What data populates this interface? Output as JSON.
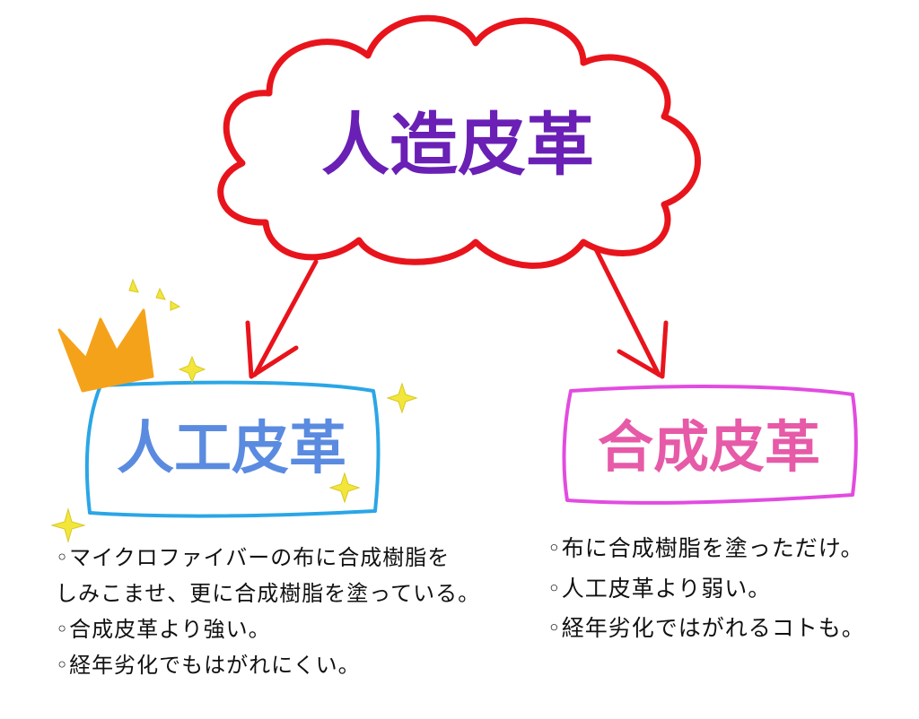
{
  "root": {
    "label": "人造皮革",
    "stroke_color": "#e8141c",
    "text_color": "#6a1fb5"
  },
  "left": {
    "label": "人工皮革",
    "box_color": "#2aa6e6",
    "text_color": "#5a8be0",
    "notes": [
      "◦マイクロファイバーの布に合成樹脂を",
      "しみこませ、更に合成樹脂を塗っている。",
      "◦合成皮革より強い。",
      "◦経年劣化でもはがれにくい。"
    ]
  },
  "right": {
    "label": "合成皮革",
    "box_color": "#e24be0",
    "text_color": "#e65aa8",
    "notes": [
      "◦布に合成樹脂を塗っただけ。",
      "◦人工皮革より弱い。",
      "◦経年劣化ではがれるコトも。"
    ]
  },
  "decorations": {
    "crown_icon": "crown-icon",
    "sparkle_icon": "sparkle-icon",
    "crown_color": "#f5a21b",
    "sparkle_color": "#f2e63a"
  }
}
